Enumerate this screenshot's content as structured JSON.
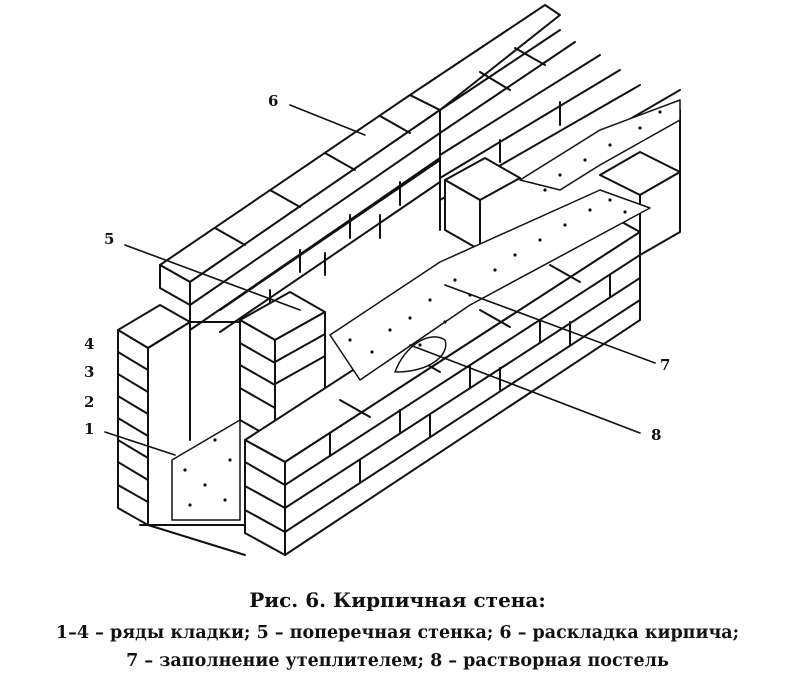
{
  "labels": {
    "n1": "1",
    "n2": "2",
    "n3": "3",
    "n4": "4",
    "n5": "5",
    "n6": "6",
    "n7": "7",
    "n8": "8"
  },
  "caption": {
    "title": "Рис. 6. Кирпичная стена:",
    "line1": "1–4 – ряды кладки; 5 – поперечная стенка; 6 – раскладка кирпича;",
    "line2": "7  – заполнение утеплителем; 8 – растворная постель"
  },
  "colors": {
    "stroke": "#111111",
    "fill": "#ffffff"
  }
}
